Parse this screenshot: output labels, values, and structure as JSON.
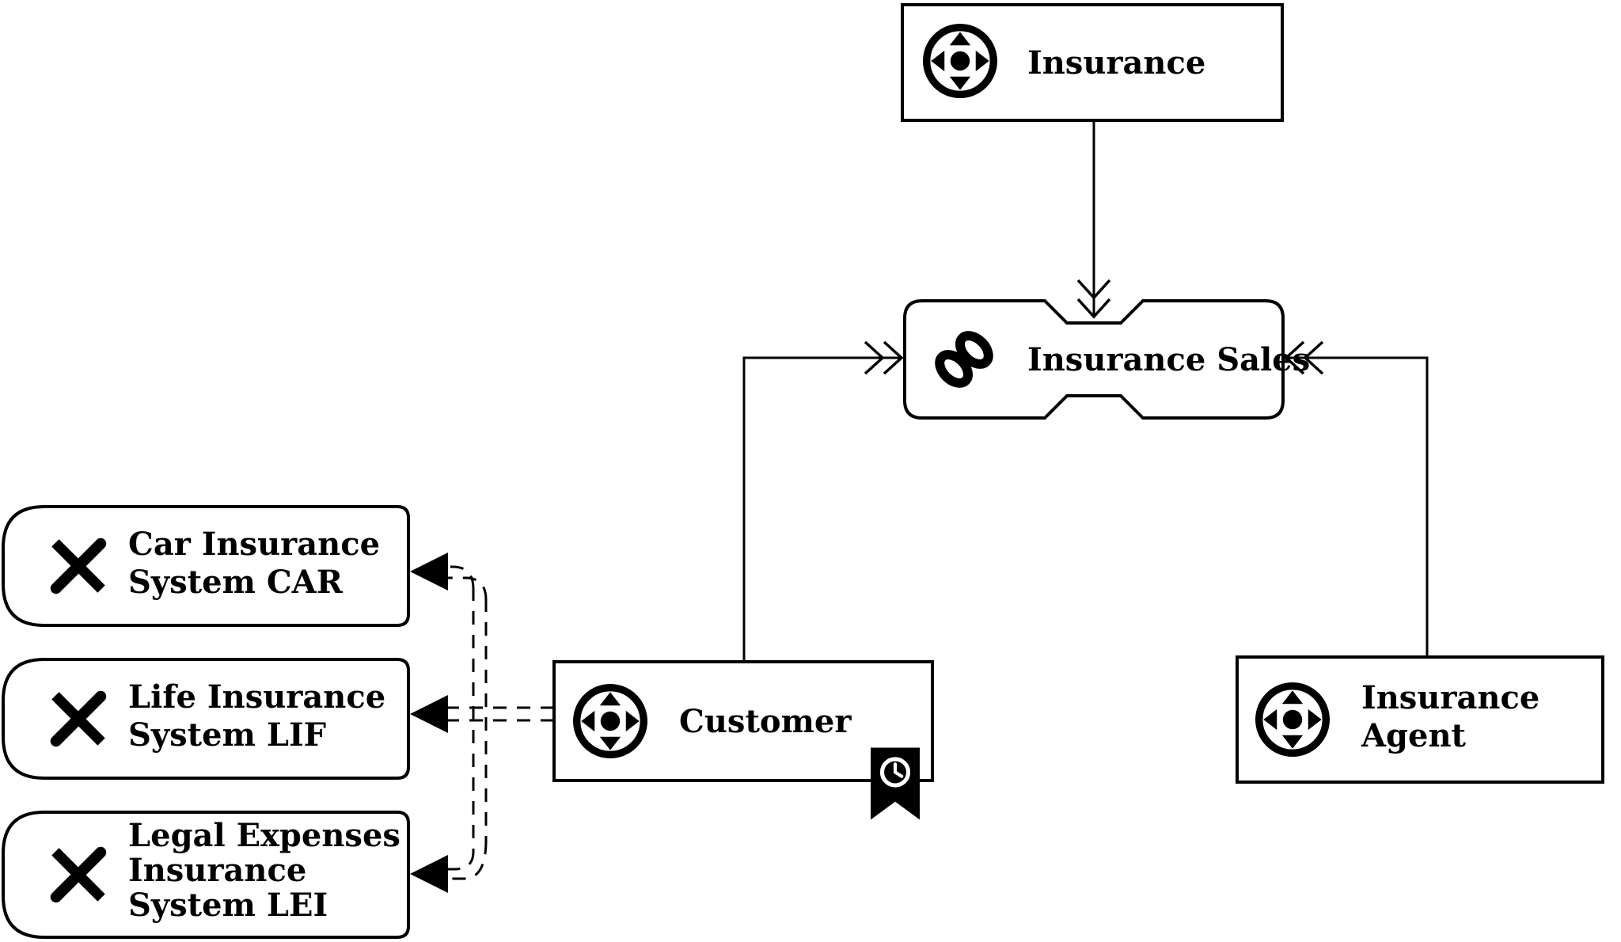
{
  "diagram": {
    "background": "#ffffff",
    "stroke_color": "#000000",
    "fill_color": "#ffffff",
    "nodes": {
      "insurance": {
        "label": "Insurance",
        "icon": "move-icon"
      },
      "insurance_sales": {
        "label": "Insurance Sales",
        "icon": "chain-link-icon"
      },
      "customer": {
        "label": "Customer",
        "icon": "move-icon",
        "badge_icon": "history-clock-icon"
      },
      "insurance_agent": {
        "label_line1": "Insurance",
        "label_line2": "Agent",
        "icon": "move-icon"
      },
      "car_system": {
        "label_line1": "Car Insurance",
        "label_line2": "System CAR",
        "icon": "crossed-tools-icon"
      },
      "life_system": {
        "label_line1": "Life Insurance",
        "label_line2": "System LIF",
        "icon": "crossed-tools-icon"
      },
      "legal_system": {
        "label_line1": "Legal Expenses",
        "label_line2": "Insurance",
        "label_line3": "System LEI",
        "icon": "crossed-tools-icon"
      }
    },
    "edges": [
      {
        "from": "Insurance",
        "to": "Insurance Sales",
        "line": "solid",
        "arrow": "double-open-chevron"
      },
      {
        "from": "Customer",
        "to": "Insurance Sales",
        "line": "solid",
        "arrow": "double-open-chevron"
      },
      {
        "from": "Insurance Agent",
        "to": "Insurance Sales",
        "line": "solid",
        "arrow": "double-open-chevron"
      },
      {
        "from": "Customer",
        "to": "Car Insurance System CAR",
        "line": "double-dashed",
        "arrow": "solid-triangle"
      },
      {
        "from": "Customer",
        "to": "Life Insurance System LIF",
        "line": "double-dashed",
        "arrow": "solid-triangle"
      },
      {
        "from": "Customer",
        "to": "Legal Expenses Insurance System LEI",
        "line": "double-dashed",
        "arrow": "solid-triangle"
      }
    ]
  }
}
